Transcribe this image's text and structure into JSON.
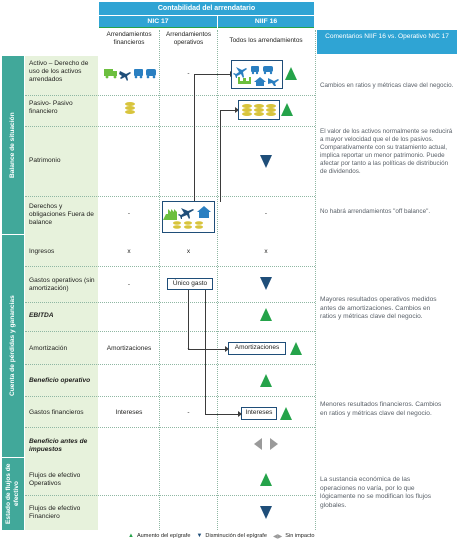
{
  "header": {
    "title": "Contabilidad del arrendatario",
    "nic17": "NIC 17",
    "niif16": "NIIF 16",
    "col_financieros": "Arrendamientos financieros",
    "col_operativos": "Arrendamientos operativos",
    "col_todos": "Todos los arrendamientos",
    "col_comentarios": "Comentarios NIIF 16 vs. Operativo NIC 17"
  },
  "sections": {
    "balance": "Balance de situación",
    "cuenta": "Cuenta de pérdidas y ganancias",
    "flujos": "Estado de flujos de efectivo"
  },
  "rows": {
    "activo": "Activo – Derecho de uso de los activos arrendados",
    "pasivo": "Pasivo- Pasivo financiero",
    "patrimonio": "Patrimonio",
    "derechos": "Derechos y obligaciones Fuera de balance",
    "ingresos": "Ingresos",
    "gastos_op": "Gastos operativos (sin amortización)",
    "ebitda": "EBITDA",
    "amortizacion": "Amortización",
    "beneficio_op": "Beneficio operativo",
    "gastos_fin": "Gastos financieros",
    "beneficio_ai": "Beneficio antes de impuestos",
    "flujos_op": "Flujos de efectivo Operativos",
    "flujos_fin": "Flujos de efectivo Financiero"
  },
  "cells": {
    "dash": "-",
    "x": "x",
    "unico_gasto": "Único gasto",
    "amortizaciones": "Amortizaciones",
    "intereses": "Intereses"
  },
  "comments": {
    "activo": "Cambios en ratios y métricas clave del negocio.",
    "patrimonio": "El valor de los activos normalmente se reducirá a mayor velocidad que el de los pasivos. Comparativamente con su tratamiento actual, implica reportar un menor patrimonio. Puede afectar por tanto a las políticas de distribución de dividendos.",
    "derechos": "No habrá arrendamientos \"off balance\".",
    "gastos_op": "Mayores resultados operativos medidos antes de amortizaciones. Cambios en ratios y métricas clave del negocio.",
    "gastos_fin": "Menores resultados financieros. Cambios en ratios y métricas clave del negocio.",
    "flujos": "La sustancia económica de las operaciones no varía, por lo que lógicamente no se modifican los flujos globales."
  },
  "legend": {
    "up": "Aumento del epígrafe",
    "down": "Disminución del epígrafe",
    "none": "Sin impacto"
  },
  "colors": {
    "header_blue": "#2fa4d4",
    "header_green": "#25a34a",
    "label_bg": "#e7f2dc",
    "side_band": "#41a89a",
    "arrow_up": "#25a34a",
    "arrow_down": "#1f4e79",
    "neutral": "#9a9a9a"
  }
}
